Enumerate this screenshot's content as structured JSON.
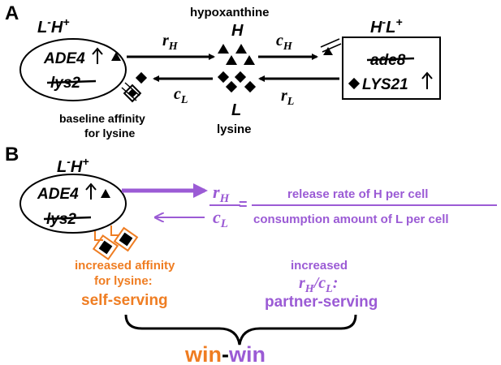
{
  "panel_a": {
    "label": "A",
    "left_strain_label": {
      "prefix": "L",
      "sup1": "-",
      "mid": "H",
      "sup2": "+"
    },
    "left_genes": [
      "ADE4",
      "lys2"
    ],
    "right_strain_label": {
      "prefix": "H",
      "sup1": "-",
      "mid": "L",
      "sup2": "+"
    },
    "right_genes": [
      "ade8",
      "LYS21"
    ],
    "hypoxanthine_label": "hypoxanthine",
    "H": "H",
    "L": "L",
    "lysine_label": "lysine",
    "r_H": {
      "base": "r",
      "sub": "H"
    },
    "c_H": {
      "base": "c",
      "sub": "H"
    },
    "c_L": {
      "base": "c",
      "sub": "L"
    },
    "r_L": {
      "base": "r",
      "sub": "L"
    },
    "baseline_line1": "baseline affinity",
    "baseline_line2": "for lysine"
  },
  "panel_b": {
    "label": "B",
    "strain_label": {
      "prefix": "L",
      "sup1": "-",
      "mid": "H",
      "sup2": "+"
    },
    "genes": [
      "ADE4",
      "lys2"
    ],
    "fraction_num": {
      "base": "r",
      "sub": "H"
    },
    "fraction_den": {
      "base": "c",
      "sub": "L"
    },
    "equals": "=",
    "def_numerator": "release rate of H per cell",
    "def_denominator": "consumption amount of L per cell",
    "affinity_line1": "increased affinity",
    "affinity_line2": "for lysine:",
    "affinity_line3": "self-serving",
    "ratio_line1": "increased",
    "ratio_r": "r",
    "ratio_rsub": "H",
    "ratio_slash": "/",
    "ratio_c": "c",
    "ratio_csub": "L",
    "ratio_colon": ":",
    "ratio_line3": "partner-serving",
    "win1": "win",
    "dash": "-",
    "win2": "win"
  },
  "colors": {
    "orange": "#ef7d22",
    "purple": "#9b5bd5",
    "black": "#000000"
  }
}
